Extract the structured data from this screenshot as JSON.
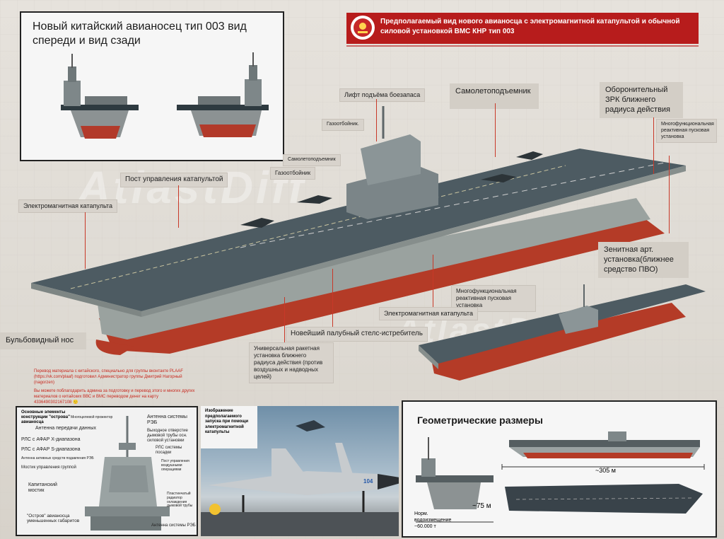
{
  "top_left_panel": {
    "title": "Новый китайский авианосец тип 003 вид спереди и вид сзади"
  },
  "banner": {
    "title": "Предполагаемый вид нового авианосца с электромагнитной катапультой и обычной силовой установкой ВМС КНР тип 003",
    "accent": "#b71c1c"
  },
  "watermark": "AtlastDiff",
  "main_labels": {
    "catapult_control": "Пост управления катапультой",
    "em_catapult": "Электромагнитная катапульта",
    "bulbous_bow": "Бульбовидный нос",
    "ammo_lift": "Лифт подъёма боезапаса",
    "aircraft_lift": "Самолетоподъемник",
    "ciws": "Оборонительный ЗРК ближнего радиуса действия",
    "multi_launcher_right": "Многофункциональная реактивная пусковая установка",
    "deflector_1": "Газоотбойник.",
    "aircraft_lift_small": "Самолетоподъемник",
    "deflector_2": "Газоотбойник",
    "aa_gun": "Зенитная арт. установка(ближнее средство ПВО)",
    "multi_launcher_mid": "Многофункциональная реактивная пусковая установка",
    "em_catapult_mid": "Электромагнитная катапульта",
    "stealth_fighter": "Новейший палубный стелс-истребитель",
    "universal_launcher": "Универсальная ракетная установка ближнего радиуса действия (против воздушных и надводных целей)"
  },
  "credits": {
    "line1": "Перевод материала с китайского, специально для группы вконтакте PLAAF",
    "line2": "(https://vk.com/plaaf) подготовил Администратор группы Дмитрий Нагорный",
    "line3": "(nagorzen)",
    "line4": "Вы можете поблагодарить админа за подготовку и перевод этого и многих других",
    "line5": "материалов о китайских ВВС и ВМС переводом денег на карту",
    "line6": "4336490302167108 🙂"
  },
  "island_panel": {
    "title": "Основные элементы конструкции \"острова\" авианосца",
    "labels": [
      "Многоцелевой прожектор",
      "Антенна системы РЭБ",
      "Антенна передачи данных",
      "Выходное отверстие дымовой трубы осн. силовой установки",
      "РЛС с АФАР X-диапазона",
      "РЛС с АФАР S-диапазона",
      "РЛС системы посадки",
      "Антенна активных средств подавления РЭБ",
      "Пост управления воздушными операциями",
      "Мостик управления группой",
      "Капитанский мостик",
      "Пластинчатый радиатор охлаждения дымовой трубы",
      "\"Остров\" авианосца уменьшенных габаритов",
      "Антенна системы РЭБ"
    ]
  },
  "launch_panel": {
    "caption": "Изображение предполагаемого запуска при помощи электромагнитной катапульты",
    "tail_number": "104"
  },
  "geometry_panel": {
    "title": "Геометрические размеры",
    "length": "~305 м",
    "beam": "~75 м",
    "displacement": "Норм. водоизмещение ~60.000 т"
  }
}
